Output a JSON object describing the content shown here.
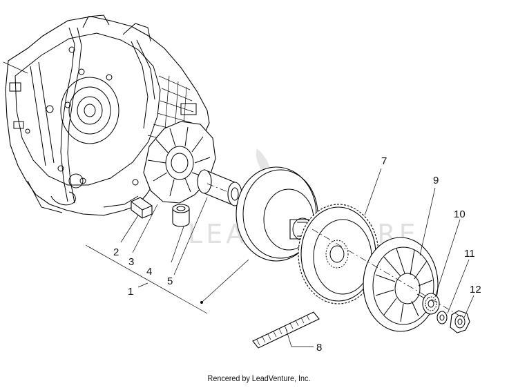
{
  "callouts": {
    "c1": "1",
    "c2": "2",
    "c3": "3",
    "c4": "4",
    "c5": "5",
    "c7": "7",
    "c8": "8",
    "c9": "9",
    "c10": "10",
    "c11": "11",
    "c12": "12"
  },
  "watermark": "LEADVENTURE",
  "footer": "Rencered by LeadVenture, Inc."
}
